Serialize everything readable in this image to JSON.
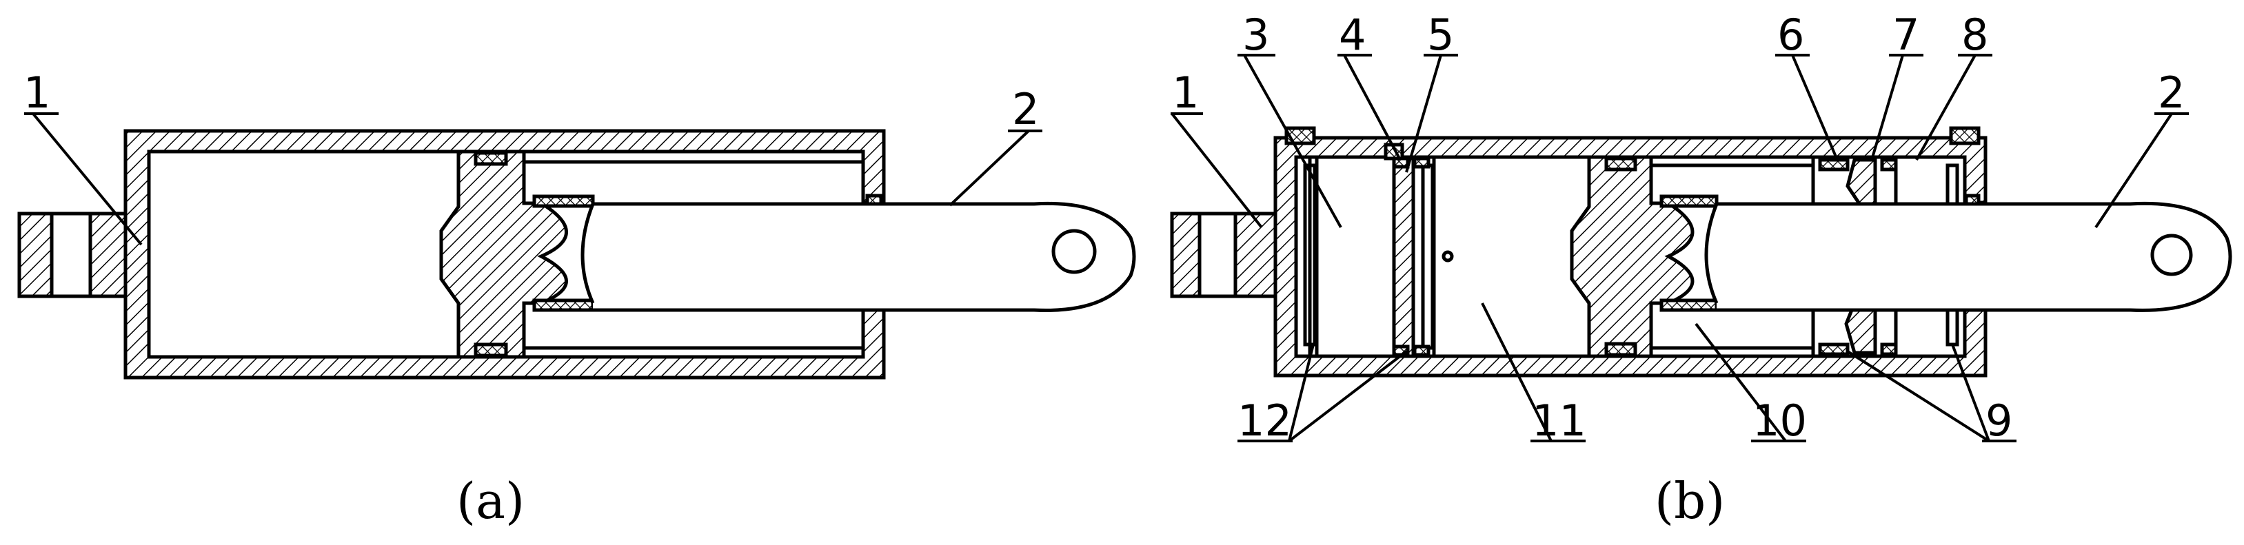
{
  "figure_a": {
    "caption": "(a)",
    "labels": {
      "body": "1",
      "rod": "2"
    }
  },
  "figure_b": {
    "caption": "(b)",
    "labels": {
      "body": "1",
      "rod": "2",
      "p3": "3",
      "p4": "4",
      "p5": "5",
      "p6": "6",
      "p7": "7",
      "p8": "8",
      "p9": "9",
      "p10": "10",
      "p11": "11",
      "p12": "12"
    }
  },
  "colors": {
    "line": "#000000",
    "background": "#ffffff"
  }
}
